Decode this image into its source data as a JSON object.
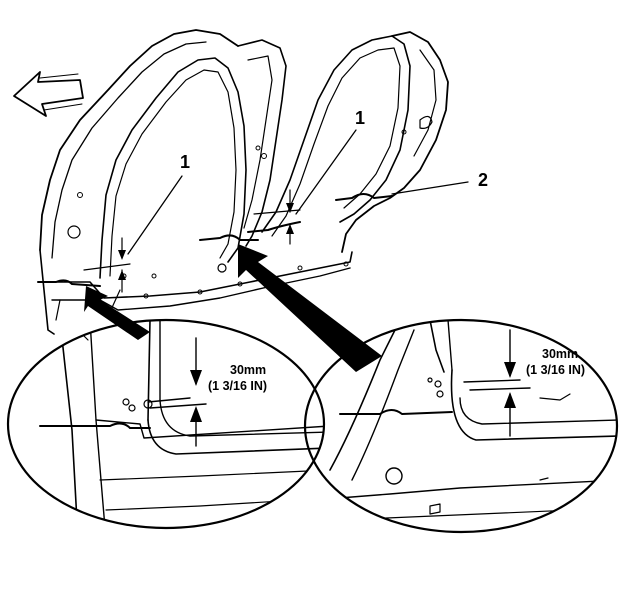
{
  "diagram": {
    "callouts": {
      "c1a": "1",
      "c1b": "1",
      "c2": "2"
    },
    "detail_left": {
      "measurement": "30mm",
      "measurement_in": "(1 3/16 IN)"
    },
    "detail_right": {
      "measurement": "30mm",
      "measurement_in": "(1 3/16 IN)"
    }
  }
}
